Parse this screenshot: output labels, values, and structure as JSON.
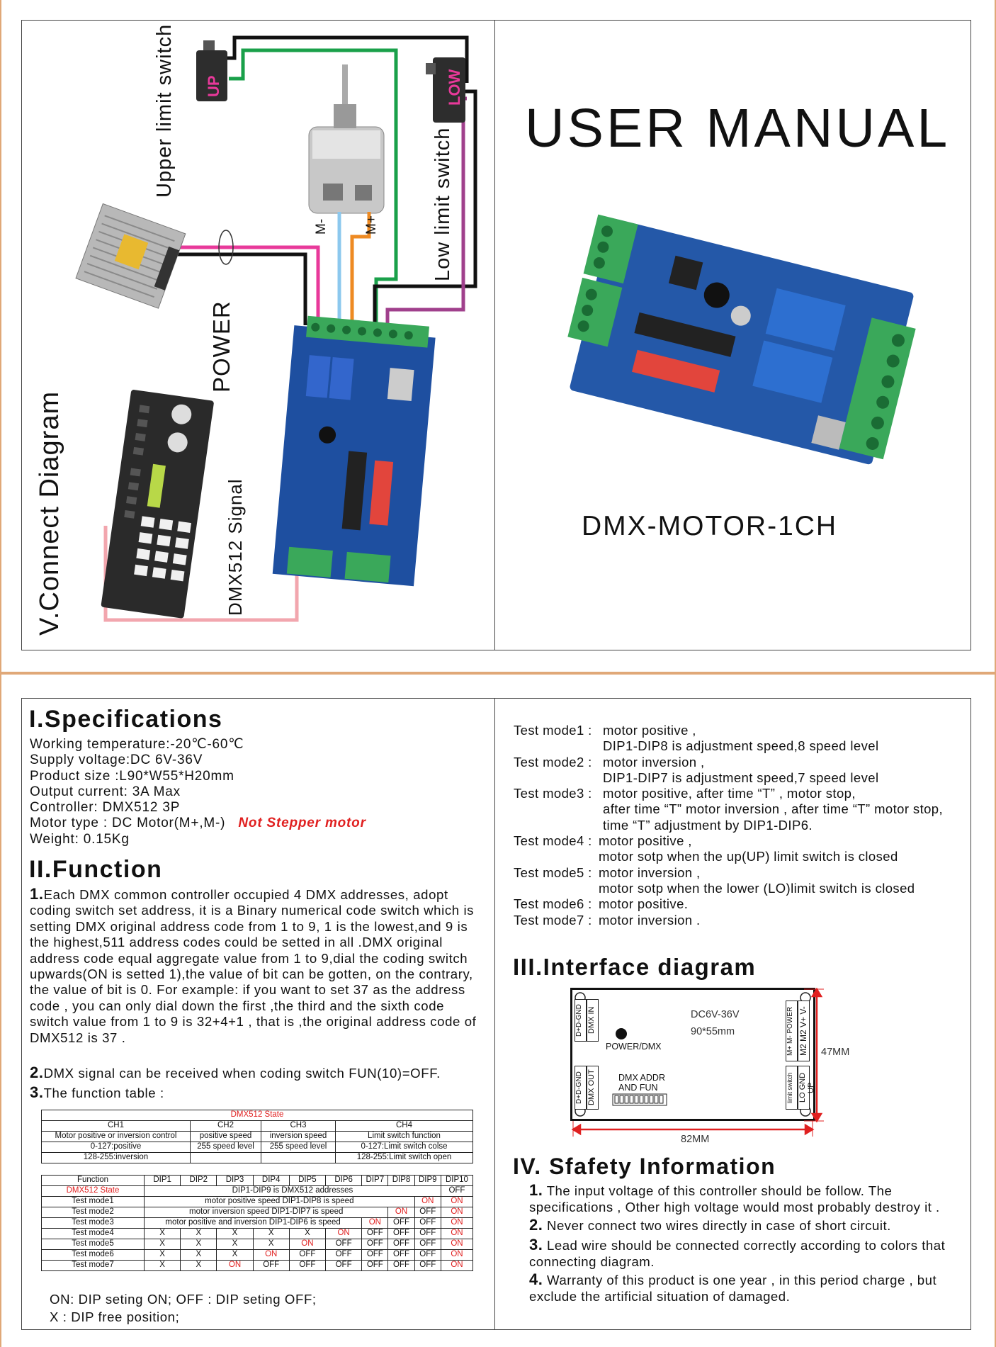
{
  "page_top": {
    "connect": {
      "title": "V.Connect Diagram",
      "label_upper_switch": "Upper limit switch",
      "label_low_switch": "Low limit switch",
      "label_power": "POWER",
      "label_dmx_signal": "DMX512 Signal",
      "label_m_minus": "M-",
      "label_m_plus": "M+",
      "switch_up_text": "UP",
      "switch_low_text": "LOW"
    },
    "cover": {
      "title": "USER MANUAL",
      "product": "DMX-MOTOR-1CH"
    }
  },
  "specs": {
    "heading": "I.Specifications",
    "lines": [
      "Working temperature:-20℃-60℃",
      "Supply voltage:DC 6V-36V",
      "Product size :L90*W55*H20mm",
      "Output current: 3A Max",
      "Controller: DMX512  3P"
    ],
    "motor_type": "Motor type : DC Motor(M+,M-)",
    "motor_note": "Not Stepper motor",
    "weight": "Weight: 0.15Kg"
  },
  "function": {
    "heading": "II.Function",
    "p1_num": "1.",
    "p1": "Each DMX common controller occupied 4 DMX addresses, adopt coding switch set address, it is a Binary numerical code switch which is setting DMX original address code from 1 to 9, 1 is the lowest,and 9 is the highest,511 address codes  could be setted  in all .DMX original address code equal aggregate value from 1 to 9,dial the coding switch upwards(ON is setted 1),the value of bit can be  gotten, on the contrary, the value of bit is 0. For example: if you want to set 37 as the address code , you can only dial down the first ,the third and the  sixth code switch value from 1 to 9 is 32+4+1 , that is ,the original address  code of DMX512 is 37 .",
    "p2_num": "2.",
    "p2": "DMX signal can be received when coding switch FUN(10)=OFF.",
    "p3_num": "3.",
    "p3": "The function table :",
    "state_table": {
      "title": "DMX512 State",
      "headers": [
        "CH1",
        "CH2",
        "CH3",
        "CH4"
      ],
      "rows": [
        [
          "Motor positive  or inversion control",
          "positive speed",
          "inversion  speed",
          "Limit switch function"
        ],
        [
          "0-127:positive",
          "255 speed level",
          "255 speed level",
          "0-127:Limit switch colse"
        ],
        [
          "128-255:inversion",
          "",
          "",
          "128-255:Limit switch open"
        ]
      ]
    },
    "dip_table": {
      "headers": [
        "Function",
        "DIP1",
        "DIP2",
        "DIP3",
        "DIP4",
        "DIP5",
        "DIP6",
        "DIP7",
        "DIP8",
        "DIP9",
        "DIP10"
      ],
      "state_row": {
        "label": "DMX512 State",
        "span": "DIP1-DIP9 is DMX512 addresses",
        "dip10": "OFF"
      },
      "mode1": {
        "label": "Test mode1",
        "span": "motor positive speed  DIP1-DIP8 is speed",
        "dip9": "ON",
        "dip10": "ON"
      },
      "mode2": {
        "label": "Test mode2",
        "span": "motor  inversion speed DIP1-DIP7 is speed",
        "dip8": "ON",
        "dip9": "OFF",
        "dip10": "ON"
      },
      "mode3": {
        "label": "Test mode3",
        "span": "motor positive and inversion DIP1-DIP6 is speed",
        "dip7": "ON",
        "dip8": "OFF",
        "dip9": "OFF",
        "dip10": "ON"
      },
      "rows": [
        [
          "Test mode4",
          "X",
          "X",
          "X",
          "X",
          "X",
          "ON",
          "OFF",
          "OFF",
          "OFF",
          "ON"
        ],
        [
          "Test mode5",
          "X",
          "X",
          "X",
          "X",
          "ON",
          "OFF",
          "OFF",
          "OFF",
          "OFF",
          "ON"
        ],
        [
          "Test mode6",
          "X",
          "X",
          "X",
          "ON",
          "OFF",
          "OFF",
          "OFF",
          "OFF",
          "OFF",
          "ON"
        ],
        [
          "Test mode7",
          "X",
          "X",
          "ON",
          "OFF",
          "OFF",
          "OFF",
          "OFF",
          "OFF",
          "OFF",
          "ON"
        ]
      ]
    },
    "legend_1": "ON: DIP seting ON;    OFF :  DIP seting OFF;",
    "legend_2": "X :  DIP free position;"
  },
  "test_modes": [
    {
      "label": "Test mode1 :",
      "l1": "motor positive ,",
      "l2": "DIP1-DIP8 is adjustment speed,8 speed level"
    },
    {
      "label": "Test mode2 :",
      "l1": "motor inversion ,",
      "l2": "DIP1-DIP7 is adjustment speed,7 speed level"
    },
    {
      "label": "Test mode3 :",
      "l1": "motor positive, after time “T” , motor stop,",
      "l2": "after time “T” motor inversion , after time “T” motor stop,",
      "l3": "time “T” adjustment by DIP1-DIP6."
    },
    {
      "label": "Test mode4 :",
      "l1": "motor positive ,",
      "l2": "motor sotp when the up(UP) limit switch is closed"
    },
    {
      "label": "Test mode5 :",
      "l1": "motor inversion ,",
      "l2": "motor sotp when the lower (LO)limit switch is closed"
    },
    {
      "label": "Test mode6 :",
      "l1": "motor positive."
    },
    {
      "label": "Test mode7 :",
      "l1": "motor inversion ."
    }
  ],
  "interface": {
    "heading": "III.Interface diagram",
    "dmx_in": "DMX IN",
    "dmx_in_pins": "D+D-GND",
    "dmx_out": "DMX OUT",
    "dmx_out_pins": "D+D-GND",
    "power_dmx": "POWER/DMX",
    "voltage": "DC6V-36V",
    "size": "90*55mm",
    "addr_1": "DMX ADDR",
    "addr_2": "AND FUN",
    "power_terms": "M+ M- POWER",
    "power_pins": "M2 M2 V+ V-",
    "limit_terms": "limit switch",
    "limit_pins": "LO GND UP",
    "dim_h": "47MM",
    "dim_w": "82MM"
  },
  "safety": {
    "heading": "IV. Sfafety Information",
    "items": [
      {
        "num": "1.",
        "text": "The input voltage of this controller should be follow. The specifications , Other high voltage would most probably destroy it ."
      },
      {
        "num": "2.",
        "text": "Never connect two wires directly in case of short circuit."
      },
      {
        "num": "3.",
        "text": "Lead wire should be connected correctly according to colors that connecting diagram."
      },
      {
        "num": "4.",
        "text": "Warranty of this product is one year , in this period charge , but exclude the artificial situation of damaged."
      }
    ]
  },
  "colors": {
    "accent_red": "#e02020",
    "page_border": "#e0a878",
    "pcb_blue": "#1e4fa0",
    "terminal_green": "#3aa85a",
    "wire_pink": "#e8399a",
    "wire_green": "#1aa04a",
    "wire_orange": "#ee8a22",
    "wire_lightblue": "#8cc8ee",
    "wire_purple": "#a0408c"
  }
}
